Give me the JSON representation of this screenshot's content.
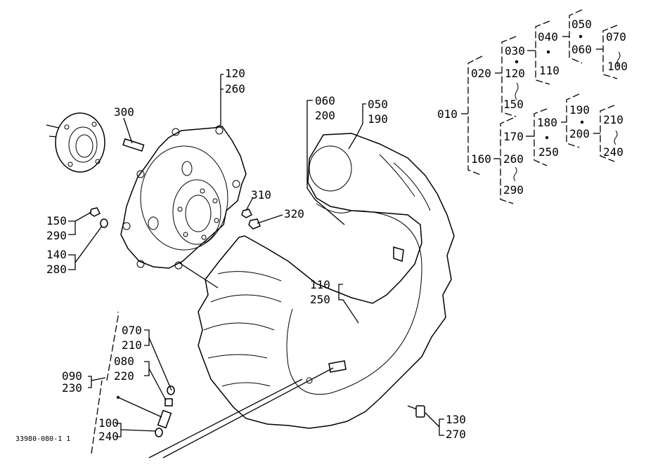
{
  "drawing_id": "33980-080-1 1",
  "callouts": [
    {
      "id": "c120",
      "top": "120",
      "bottom": "260"
    },
    {
      "id": "c300",
      "top": "300"
    },
    {
      "id": "c310",
      "top": "310"
    },
    {
      "id": "c320",
      "top": "320"
    },
    {
      "id": "c150",
      "top": "150",
      "bottom": "290"
    },
    {
      "id": "c140",
      "top": "140",
      "bottom": "280"
    },
    {
      "id": "c060",
      "top": "060",
      "bottom": "200"
    },
    {
      "id": "c050",
      "top": "050",
      "bottom": "190"
    },
    {
      "id": "c110",
      "top": "110",
      "bottom": "250"
    },
    {
      "id": "c070",
      "top": "070",
      "bottom": "210"
    },
    {
      "id": "c080",
      "top": "080",
      "bottom": "220"
    },
    {
      "id": "c090",
      "top": "090",
      "bottom": "230"
    },
    {
      "id": "c100",
      "top": "100",
      "bottom": "240"
    },
    {
      "id": "c130",
      "top": "130",
      "bottom": "270"
    }
  ],
  "tree": {
    "root": "010",
    "n020": "020",
    "n030": "030",
    "n120": "120",
    "n150": "150",
    "n040": "040",
    "n110": "110",
    "n050": "050",
    "n060": "060",
    "n070": "070",
    "n100": "100",
    "n160": "160",
    "n170": "170",
    "n260": "260",
    "n290": "290",
    "n180": "180",
    "n250": "250",
    "n190": "190",
    "n200": "200",
    "n210": "210",
    "n240": "240"
  }
}
